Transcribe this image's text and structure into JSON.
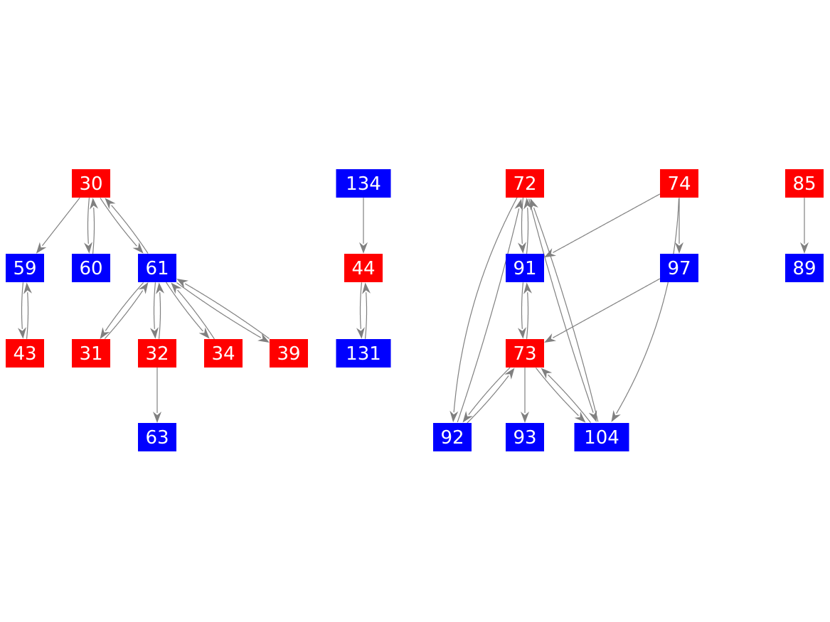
{
  "colors": {
    "red": "#ff0000",
    "blue": "#0000ff",
    "edge": "#808080",
    "text": "#ffffff"
  },
  "nodes": [
    {
      "id": "30",
      "label": "30",
      "color": "red"
    },
    {
      "id": "59",
      "label": "59",
      "color": "blue"
    },
    {
      "id": "60",
      "label": "60",
      "color": "blue"
    },
    {
      "id": "61",
      "label": "61",
      "color": "blue"
    },
    {
      "id": "43",
      "label": "43",
      "color": "red"
    },
    {
      "id": "31",
      "label": "31",
      "color": "red"
    },
    {
      "id": "32",
      "label": "32",
      "color": "red"
    },
    {
      "id": "34",
      "label": "34",
      "color": "red"
    },
    {
      "id": "39",
      "label": "39",
      "color": "red"
    },
    {
      "id": "63",
      "label": "63",
      "color": "blue"
    },
    {
      "id": "134",
      "label": "134",
      "color": "blue"
    },
    {
      "id": "44",
      "label": "44",
      "color": "red"
    },
    {
      "id": "131",
      "label": "131",
      "color": "blue"
    },
    {
      "id": "72",
      "label": "72",
      "color": "red"
    },
    {
      "id": "74",
      "label": "74",
      "color": "red"
    },
    {
      "id": "85",
      "label": "85",
      "color": "red"
    },
    {
      "id": "91",
      "label": "91",
      "color": "blue"
    },
    {
      "id": "97",
      "label": "97",
      "color": "blue"
    },
    {
      "id": "89",
      "label": "89",
      "color": "blue"
    },
    {
      "id": "73",
      "label": "73",
      "color": "red"
    },
    {
      "id": "92",
      "label": "92",
      "color": "blue"
    },
    {
      "id": "93",
      "label": "93",
      "color": "blue"
    },
    {
      "id": "104",
      "label": "104",
      "color": "blue"
    }
  ],
  "edges": [
    [
      "30",
      "59"
    ],
    [
      "30",
      "60"
    ],
    [
      "60",
      "30"
    ],
    [
      "30",
      "61"
    ],
    [
      "61",
      "30"
    ],
    [
      "59",
      "43"
    ],
    [
      "43",
      "59"
    ],
    [
      "61",
      "31"
    ],
    [
      "31",
      "61"
    ],
    [
      "61",
      "32"
    ],
    [
      "32",
      "61"
    ],
    [
      "61",
      "34"
    ],
    [
      "34",
      "61"
    ],
    [
      "61",
      "39"
    ],
    [
      "39",
      "61"
    ],
    [
      "32",
      "63"
    ],
    [
      "134",
      "44"
    ],
    [
      "44",
      "131"
    ],
    [
      "131",
      "44"
    ],
    [
      "72",
      "92"
    ],
    [
      "92",
      "72"
    ],
    [
      "72",
      "91"
    ],
    [
      "91",
      "72"
    ],
    [
      "72",
      "104"
    ],
    [
      "104",
      "72"
    ],
    [
      "74",
      "91"
    ],
    [
      "74",
      "97"
    ],
    [
      "74",
      "104"
    ],
    [
      "91",
      "73"
    ],
    [
      "73",
      "91"
    ],
    [
      "97",
      "73"
    ],
    [
      "73",
      "92"
    ],
    [
      "92",
      "73"
    ],
    [
      "73",
      "93"
    ],
    [
      "73",
      "104"
    ],
    [
      "104",
      "73"
    ],
    [
      "85",
      "89"
    ]
  ]
}
